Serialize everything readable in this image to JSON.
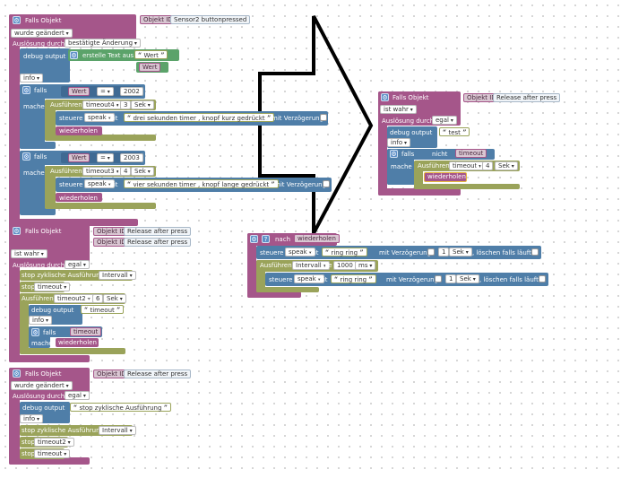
{
  "blocks": {
    "trigger_label": "Falls Objekt",
    "object_id_label": "Objekt ID",
    "was_changed": "wurde geändert",
    "is_true": "ist wahr",
    "trigger_by": "Auslösung durch",
    "confirmed_change": "bestätigte Änderung",
    "any": "egal",
    "debug_output": "debug output",
    "create_text": "erstelle Text aus",
    "info": "info",
    "if": "falls",
    "not": "nicht",
    "do": "mache",
    "execute": "Ausführen",
    "in": "in",
    "sec": "Sek",
    "ms": "ms",
    "control": "steuere",
    "with": "mit",
    "with_delay": "mit Verzögerung",
    "clear_running": ", löschen falls läuft",
    "repeat": "wiederholen",
    "after": "nach",
    "every": "alle",
    "stop_cyclic": "stop zyklische Ausführung",
    "stop": "stop",
    "eq": "=",
    "value": "Wert",
    "speak": "speak",
    "timeout": "timeout",
    "timeout2": "timeout2",
    "timeout3": "timeout3",
    "timeout4": "timeout4",
    "interval": "Intervall",
    "ring_ring": "ring ring"
  },
  "top": {
    "object": "Sensor2 buttonpressed",
    "val1": "2002",
    "delay1": "3",
    "text1": "drei sekunden timer , knopf kurz gedrückt",
    "val2": "2003",
    "delay2": "4",
    "text2": "vier sekunden timer , knopf lange gedrückt"
  },
  "mid": {
    "object1": "Release after press",
    "object2": "Release after press",
    "delay": "6",
    "debug_text": "timeout"
  },
  "bottom": {
    "object": "Release after press",
    "debug_text": "stop zyklische Ausführung"
  },
  "right": {
    "object": "Release after press",
    "debug_text": "test",
    "delay": "4"
  },
  "float": {
    "delay_val": "1",
    "interval_ms": "1000"
  }
}
